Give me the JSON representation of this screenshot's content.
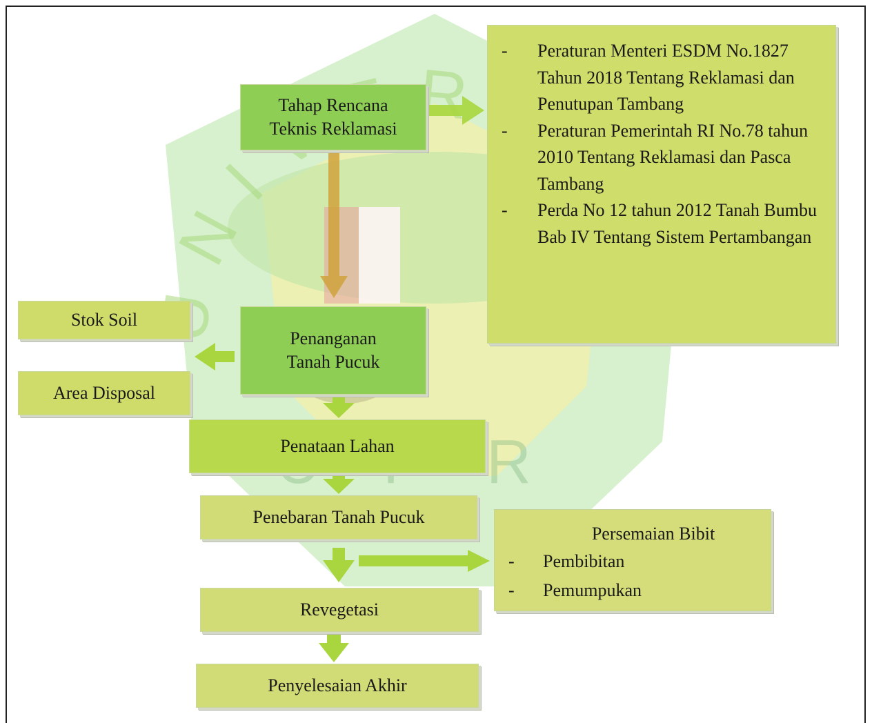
{
  "colors": {
    "box_green": "#8fce55",
    "box_yellow": "#c2d84a",
    "box_light": "#d2dc76",
    "arrow_green": "#a9d63e",
    "arrow_dark": "#d0a23c",
    "watermark_green": "#8ccf67",
    "watermark_yellow": "#f3de4a"
  },
  "watermark": {
    "ring_text": "UNIVERSITAS PALANGKA RAYA",
    "bottom_text": "UPR"
  },
  "nodes": {
    "tahap_rencana": "Tahap Rencana\nTeknis Reklamasi",
    "penanganan": "Penanganan\nTanah Pucuk",
    "stok_soil": "Stok Soil",
    "area_disposal": "Area Disposal",
    "penataan": "Penataan Lahan",
    "penebaran": "Penebaran Tanah Pucuk",
    "revegetasi": "Revegetasi",
    "penyelesaian": "Penyelesaian Akhir"
  },
  "regulations": {
    "bullet": "-",
    "items": [
      "Peraturan Menteri ESDM No.1827 Tahun 2018 Tentang Reklamasi dan Penutupan Tambang",
      "Peraturan Pemerintah RI No.78 tahun 2010 Tentang Reklamasi dan Pasca Tambang",
      "Perda No 12 tahun  2012 Tanah Bumbu Bab IV Tentang Sistem Pertambangan"
    ]
  },
  "seedlings": {
    "title": "Persemaian Bibit",
    "bullet": "-",
    "items": [
      "Pembibitan",
      "Pemumpukan"
    ]
  }
}
